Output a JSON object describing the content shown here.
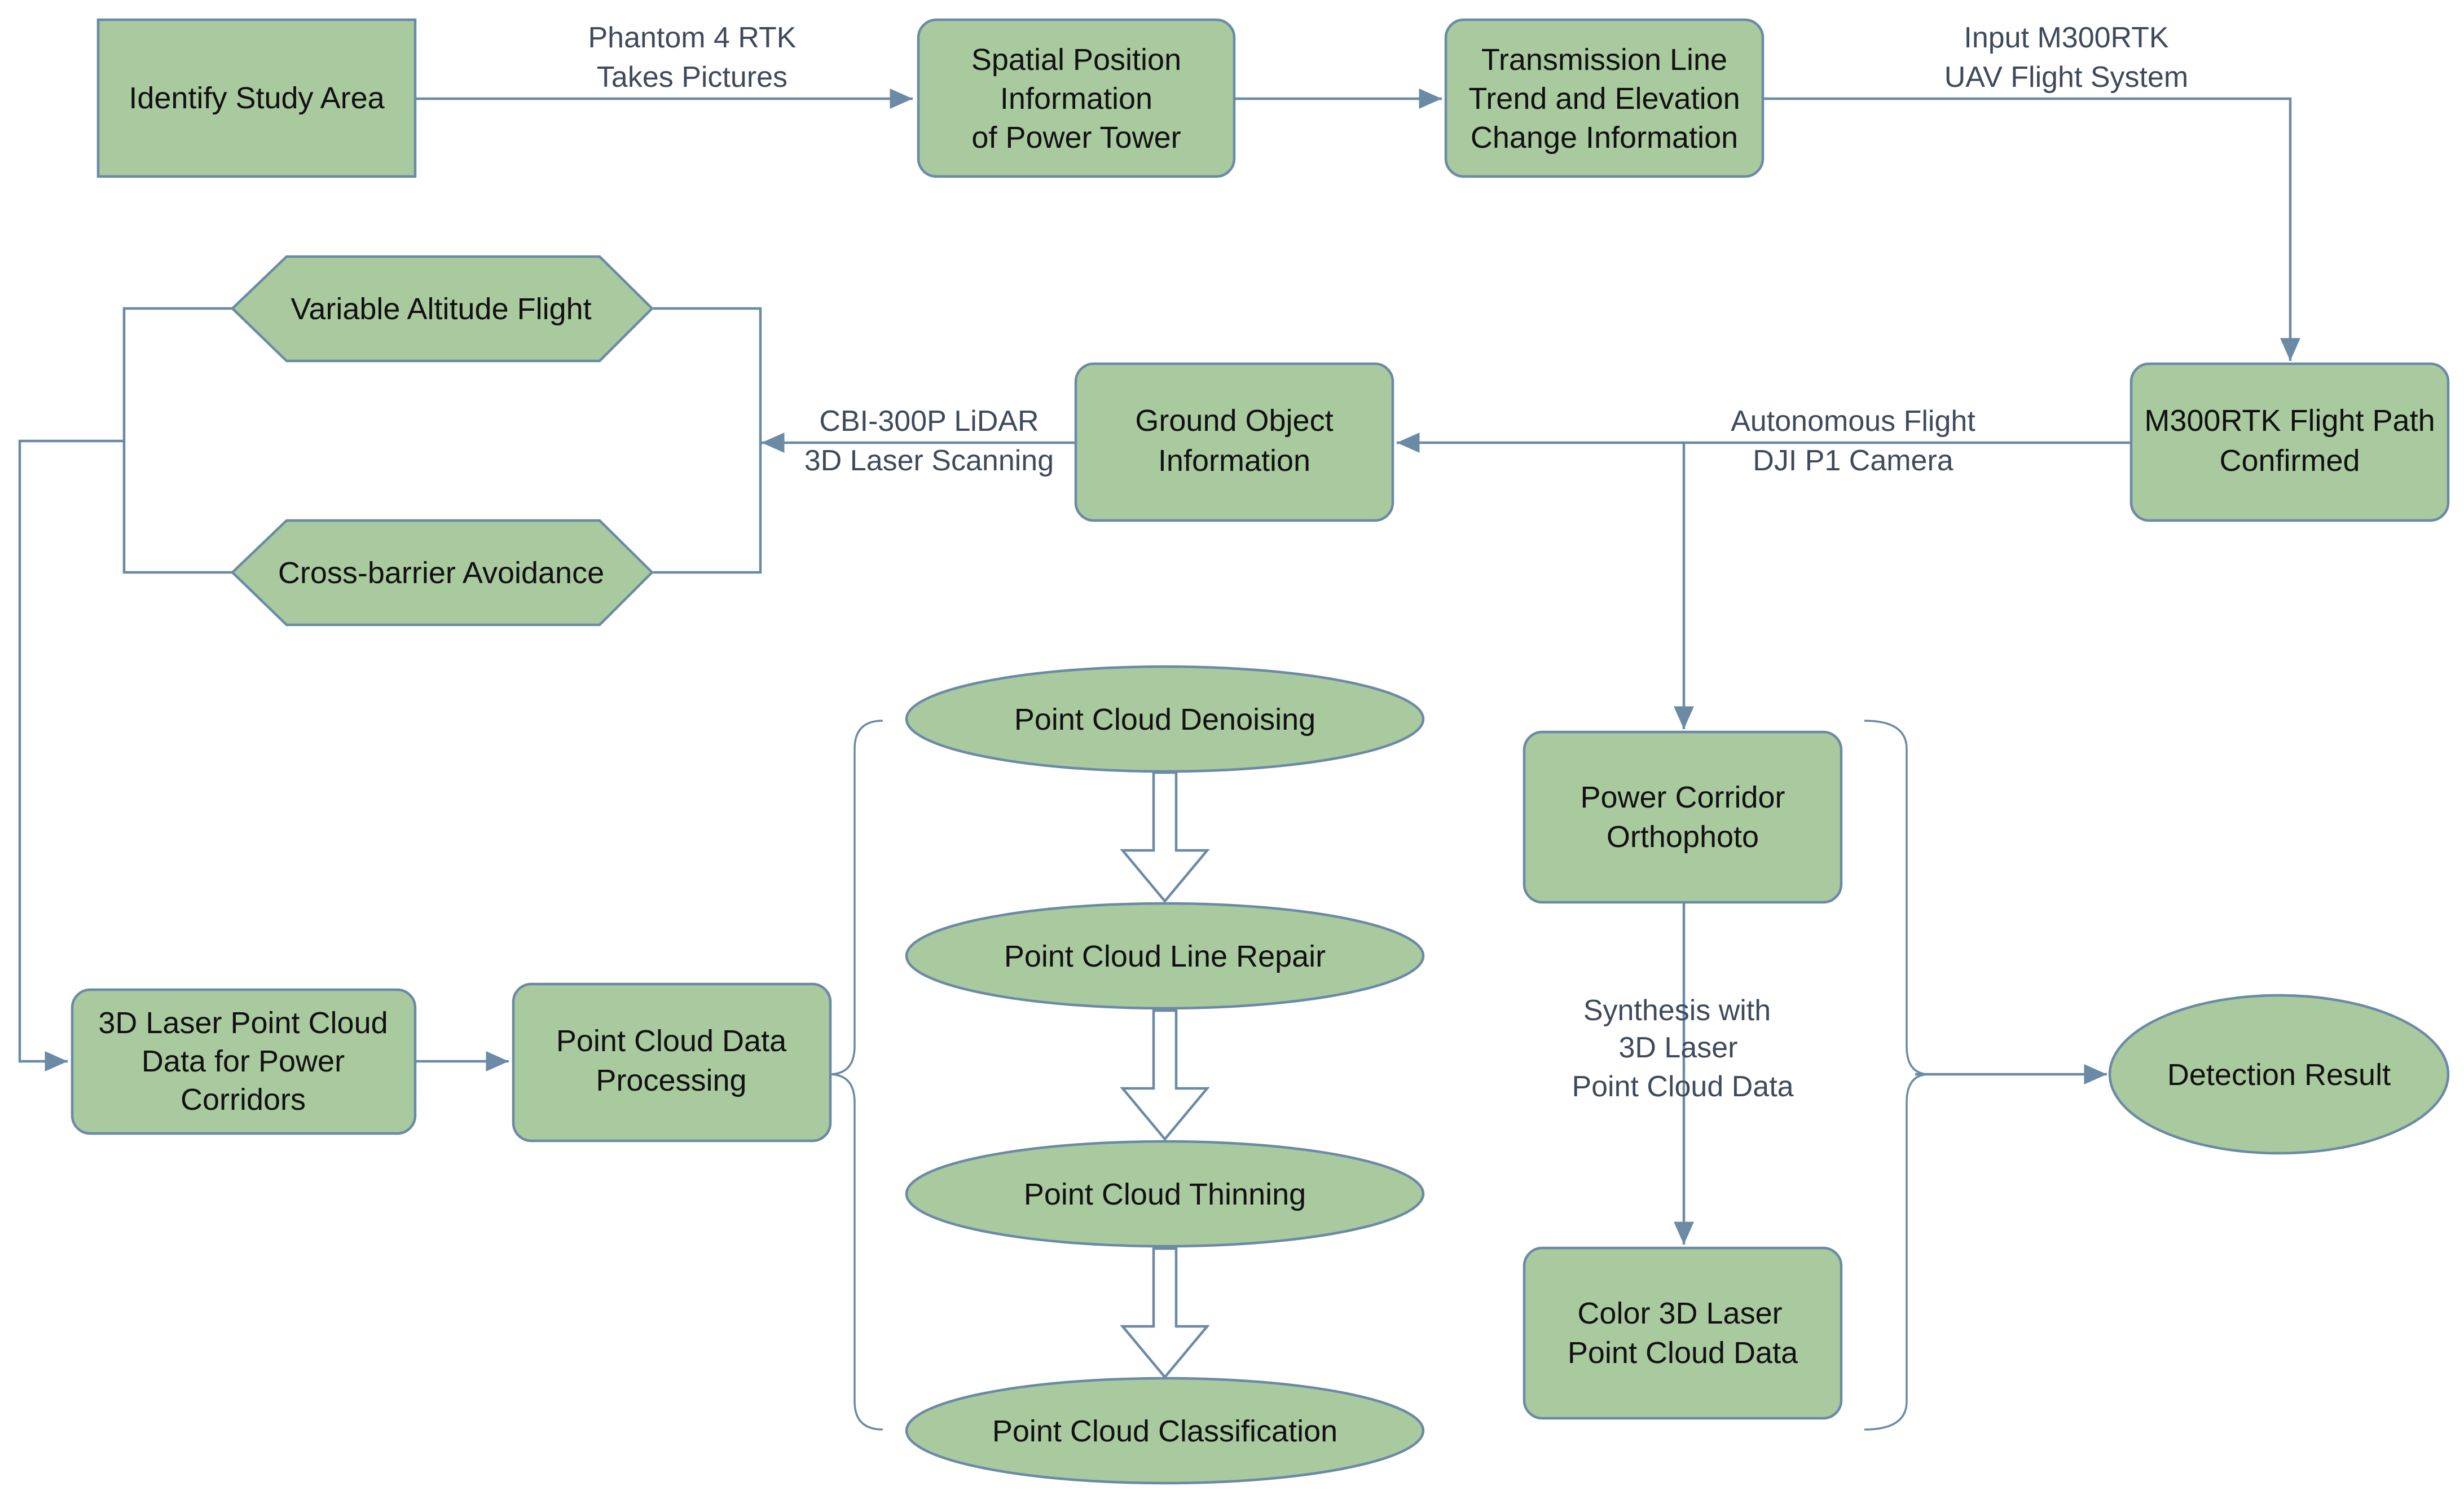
{
  "colors": {
    "node_fill": "#a9c99f",
    "stroke": "#6b8aa6",
    "text": "#111111",
    "edge_label": "#3e4a5c"
  },
  "nodes": {
    "identify_study_area": "Identify Study Area",
    "spatial_position": [
      "Spatial Position",
      "Information",
      "of Power Tower"
    ],
    "transmission_line": [
      "Transmission Line",
      "Trend and Elevation",
      "Change Information"
    ],
    "flight_path_confirmed": [
      "M300RTK Flight Path",
      "Confirmed"
    ],
    "ground_object": [
      "Ground Object",
      "Information"
    ],
    "variable_altitude": "Variable Altitude Flight",
    "cross_barrier": "Cross-barrier Avoidance",
    "laser_point_cloud": [
      "3D Laser Point Cloud",
      "Data for Power",
      "Corridors"
    ],
    "point_cloud_processing": [
      "Point Cloud Data",
      "Processing"
    ],
    "denoising": "Point Cloud Denoising",
    "line_repair": "Point Cloud Line Repair",
    "thinning": "Point Cloud Thinning",
    "classification": "Point Cloud Classification",
    "orthophoto": [
      "Power Corridor",
      "Orthophoto"
    ],
    "color_point_cloud": [
      "Color 3D Laser",
      "Point Cloud Data"
    ],
    "detection_result": "Detection Result"
  },
  "edge_labels": {
    "phantom": [
      "Phantom 4 RTK",
      "Takes Pictures"
    ],
    "input_m300": [
      "Input M300RTK",
      "UAV Flight System"
    ],
    "autonomous": [
      "Autonomous Flight",
      "DJI P1 Camera"
    ],
    "lidar": [
      "CBI-300P LiDAR",
      "3D Laser Scanning"
    ],
    "synthesis": [
      "Synthesis with",
      "3D Laser",
      "Point Cloud Data"
    ]
  }
}
